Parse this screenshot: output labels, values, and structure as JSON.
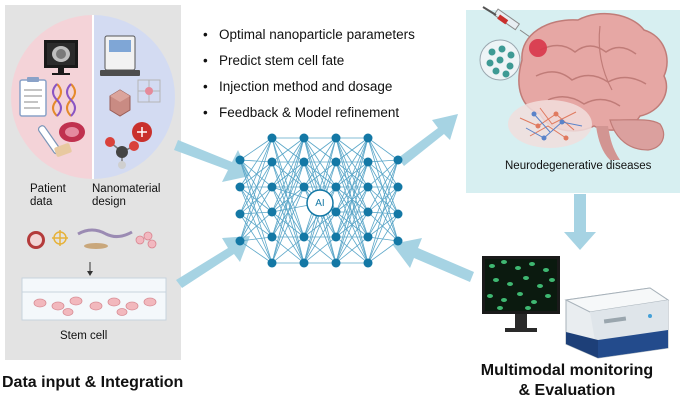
{
  "bullets": [
    "Optimal nanoparticle parameters",
    "Predict stem cell fate",
    "Injection method and dosage",
    "Feedback & Model refinement"
  ],
  "labels": {
    "patient": "Patient\ndata",
    "nanomaterial": "Nanomaterial\ndesign",
    "stem_cell": "Stem cell",
    "ai": "AI",
    "disease": "Neurodegenerative diseases",
    "data_input": "Data input & Integration",
    "monitoring": "Multimodal monitoring\n& Evaluation"
  },
  "colors": {
    "network_node": "#1478a5",
    "network_edge": "#5aa6c8",
    "arrow": "#a6d3e3",
    "patient_half": "#f4d3d8",
    "nano_half": "#d3dbf2",
    "disease_panel": "#d7eff1",
    "input_panel": "#e3e3e3"
  },
  "icons": [
    "mri-brain-monitor-icon",
    "clipboard-icon",
    "dna-helix-icon",
    "pill-icon",
    "tube-icon",
    "instrument-icon",
    "nanocrystal-icon",
    "molecule-icon",
    "plus-sphere-icon",
    "petri-dish-icon",
    "syringe-icon",
    "brain-icon",
    "cell-image-monitor-icon",
    "analyzer-machine-icon"
  ]
}
